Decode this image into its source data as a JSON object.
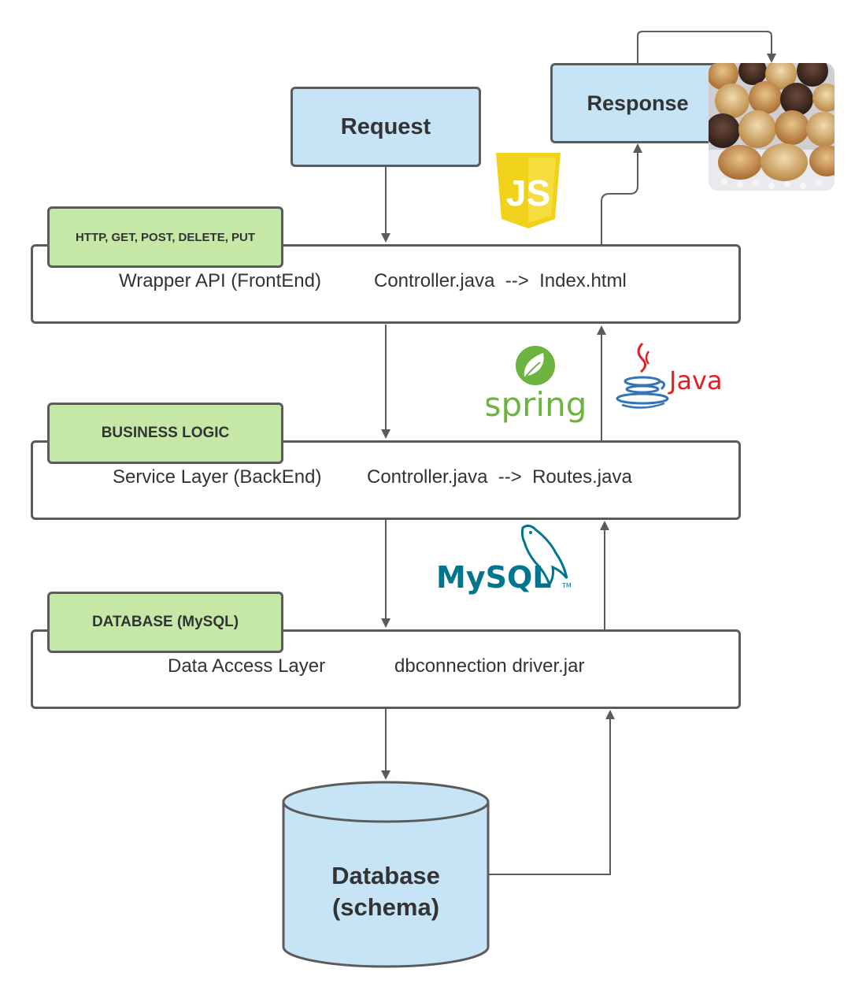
{
  "nodes": {
    "request": "Request",
    "response": "Response",
    "database_line1": "Database",
    "database_line2": "(schema)"
  },
  "layers": [
    {
      "tag": "HTTP, GET, POST, DELETE, PUT",
      "name": "Wrapper API (FrontEnd)",
      "detail": "Controller.java  -->  Index.html"
    },
    {
      "tag": "BUSINESS LOGIC",
      "name": "Service Layer (BackEnd)",
      "detail": "Controller.java  -->  Routes.java"
    },
    {
      "tag": "DATABASE (MySQL)",
      "name": "Data Access Layer",
      "detail": "dbconnection driver.jar"
    }
  ],
  "logos": {
    "js": "JS",
    "spring": "spring",
    "java": "Java",
    "mysql": "MySQL",
    "mysql_tm": "TM"
  },
  "colors": {
    "box_fill": "#c6e4f6",
    "tag_fill": "#c5e8a7",
    "stroke": "#5b5b5b",
    "js_yellow": "#f0d21b",
    "spring_green": "#6db33f",
    "java_red": "#e11e22",
    "java_blue": "#3174b9",
    "mysql_blue": "#00758f",
    "mysql_orange": "#f29111"
  },
  "image": {
    "subject": "photo of baked muffins on a doily"
  }
}
